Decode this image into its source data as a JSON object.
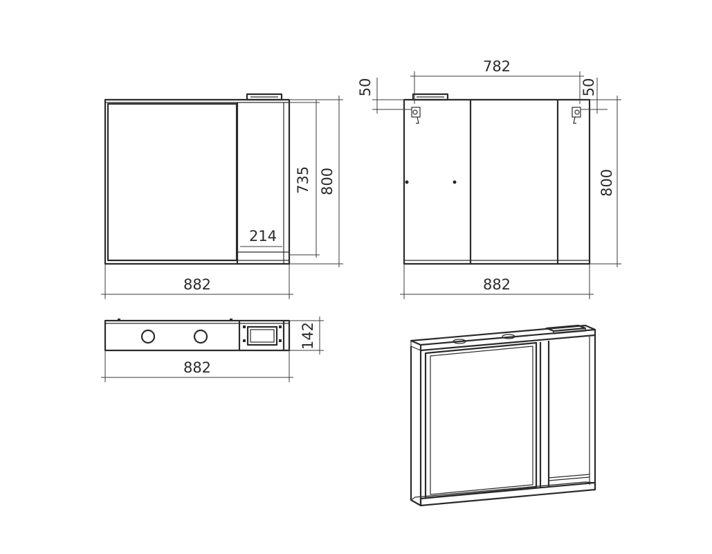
{
  "dimensions": {
    "front_width": "882",
    "front_height_total": "800",
    "front_height_inner": "735",
    "shelf_width": "214",
    "back_width": "882",
    "back_height": "800",
    "back_mount_span": "782",
    "back_offset_left": "50",
    "back_offset_right": "50",
    "top_width": "882",
    "top_depth": "142"
  },
  "colors": {
    "line": "#2b2b2b",
    "background": "#ffffff"
  }
}
